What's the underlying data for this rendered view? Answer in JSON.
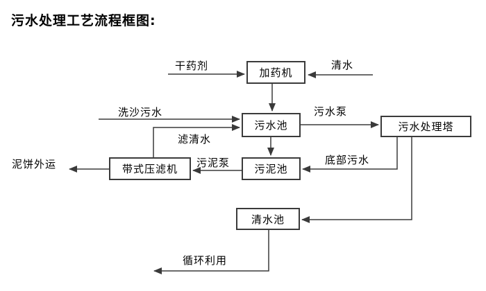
{
  "title": "污水处理工艺流程框图:",
  "flowchart": {
    "nodes": {
      "dosing_machine": "加药机",
      "sewage_pool": "污水池",
      "treatment_tower": "污水处理塔",
      "belt_filter_press": "带式压滤机",
      "sludge_pool": "污泥池",
      "clean_water_pool": "清水池"
    },
    "edges": {
      "dry_agent": "干药剂",
      "clean_water": "清水",
      "sand_washing_sewage": "洗沙污水",
      "sewage_pump": "污水泵",
      "filtered_water": "滤清水",
      "sludge_pump": "污泥泵",
      "bottom_sewage": "底部污水",
      "mud_cake_out": "泥饼外运",
      "recycle_use": "循环利用"
    },
    "colors": {
      "line": "#3a3a3a",
      "text": "#000000",
      "background": "#ffffff"
    }
  }
}
